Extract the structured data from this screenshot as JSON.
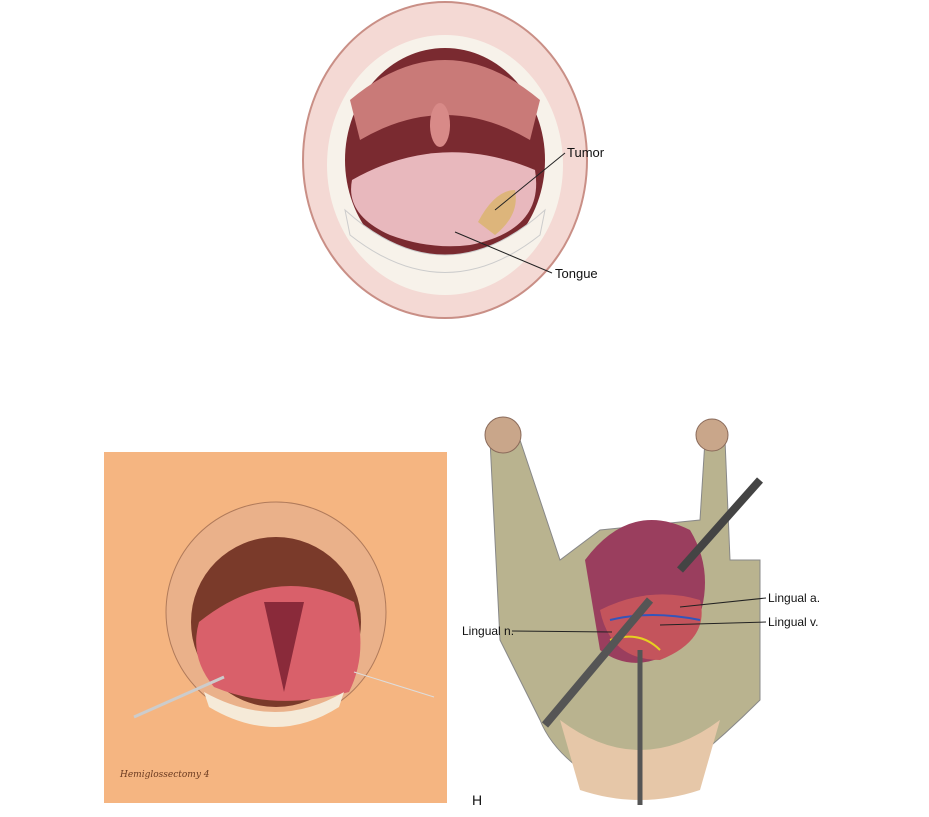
{
  "top_figure": {
    "labels": {
      "tumor": "Tumor",
      "tongue": "Tongue"
    }
  },
  "bottom_left_figure": {
    "caption": "Hemiglossectomy 4",
    "background_color": "#f5b581"
  },
  "bottom_right_figure": {
    "panel_letter": "H",
    "labels": {
      "lingual_artery": "Lingual a.",
      "lingual_vein": "Lingual v.",
      "lingual_nerve": "Lingual n."
    }
  }
}
